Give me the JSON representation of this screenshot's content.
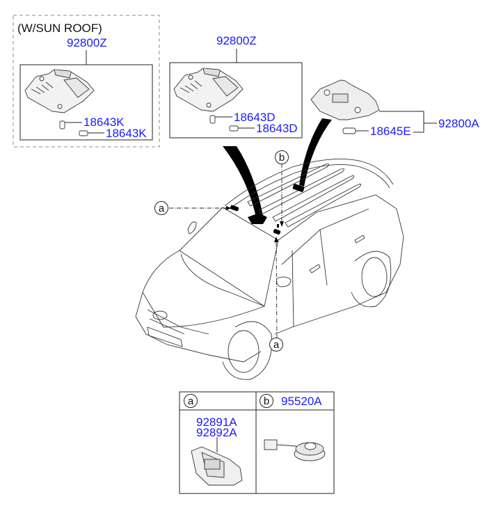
{
  "diagram": {
    "groups": [
      {
        "id": "sunroof",
        "header": "(W/SUN ROOF)",
        "assembly_part": "92800Z",
        "sub_parts": [
          "18643K",
          "18643K"
        ]
      },
      {
        "id": "standard",
        "assembly_part": "92800Z",
        "sub_parts": [
          "18643D",
          "18643D"
        ]
      },
      {
        "id": "rear",
        "assembly_part": "92800A",
        "sub_parts": [
          "18645E"
        ]
      }
    ],
    "callouts": {
      "a_top": "a",
      "b_top": "b",
      "a_bottom": "a"
    },
    "legend_table": {
      "a": {
        "marker": "a",
        "parts": [
          "92891A",
          "92892A"
        ]
      },
      "b": {
        "marker": "b",
        "part": "95520A"
      }
    },
    "colors": {
      "part_label": "#1a1aff",
      "line": "#222222"
    }
  }
}
